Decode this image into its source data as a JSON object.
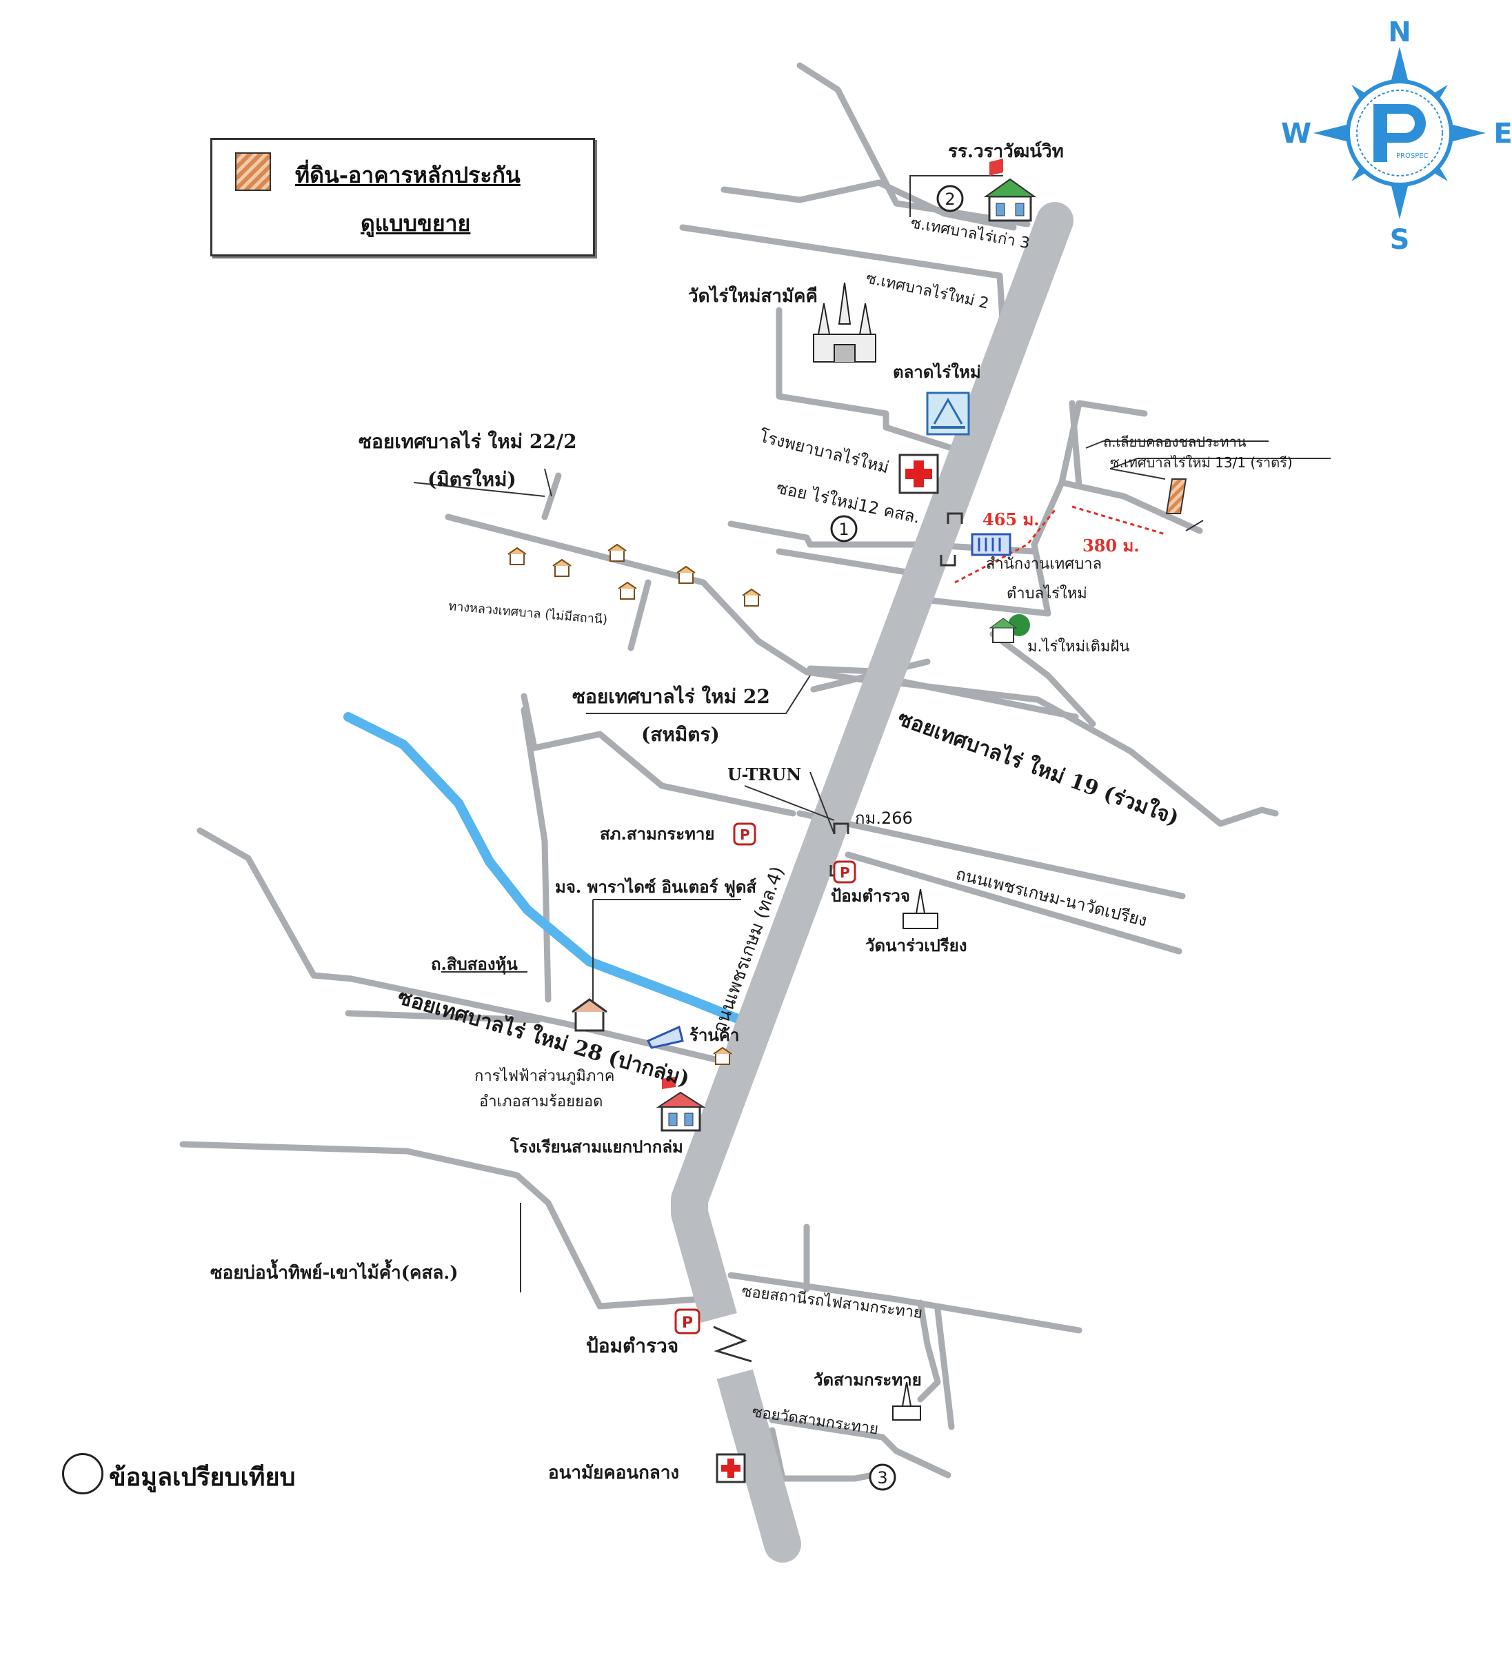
{
  "legend": {
    "line1": "ที่ดิน-อาคารหลักประกัน",
    "line2": "ดูแบบขยาย"
  },
  "compass": {
    "n": "N",
    "s": "S",
    "e": "E",
    "w": "W",
    "logo_text": "PROSPEC"
  },
  "comparison_note": "ข้อมูลเปรียบเทียบ",
  "labels": {
    "school_top": "รร.วราวัฒน์วิท",
    "soi_3": "ซ.เทศบาลไร่เก่า 3",
    "soi_2": "ซ.เทศบาลไร่ใหม่ 2",
    "temple_rai_mai": "วัดไร่ใหม่สามัคคี",
    "market": "ตลาดไร่ใหม่",
    "soi_22_2": "ซอยเทศบาลไร่ ใหม่ 22/2",
    "mitr_mai": "(มิตรใหม่)",
    "hospital": "โรงพยาบาลไร่ใหม่",
    "soi_12": "ซอย ไร่ใหม่12 คสล.",
    "dist_465": "465 ม.",
    "dist_380": "380 ม.",
    "municipal_office": "สำนักงานเทศบาล",
    "tambon": "ตำบลไร่ใหม่",
    "village_rai_mai": "ม.ไร่ใหม่เติมฝัน",
    "canal_road": "ถ.เลียบคลองชลประทาน",
    "soi_13_1": "ซ.เทศบาลไร่ใหม่ 13/1 (ราตรี)",
    "municipal_road": "ทางหลวงเทศบาล (ไม่มีสถานี)",
    "soi_22": "ซอยเทศบาลไร่ ใหม่ 22",
    "sahamit": "(สหมิตร)",
    "soi_19": "ซอยเทศบาลไร่ ใหม่ 19 (ร่วมใจ)",
    "uturn": "U-TRUN",
    "km266": "กม.266",
    "police_samkratai": "สภ.สามกระทาย",
    "paradise": "มจ. พาราไดซ์ อินเตอร์ ฟูดส์",
    "police_box": "ป้อมตำรวจ",
    "temple_varo": "วัดนาร่วเปรียง",
    "petch_road": "ถนนเพชรเกษม-นาวัดเปรียง",
    "main_road": "ถนนเพชรเกษม (ทล.4)",
    "sibsong": "ถ.สิบสองหุ้น",
    "soi_28": "ซอยเทศบาลไร่ ใหม่ 28 (ปากล่ม)",
    "shop": "ร้านค้า",
    "pea": "การไฟฟ้าส่วนภูมิภาค",
    "pea_district": "อำเภอสามร้อยยอด",
    "school_paklom": "โรงเรียนสามแยกปากล่ม",
    "soi_bonam": "ซอยบ่อน้ำทิพย์-เขาไม้ค้ำ(คสล.)",
    "soi_station": "ซอยสถานีรถไฟสามกระทาย",
    "police_box_2": "ป้อมตำรวจ",
    "temple_samkratai": "วัดสามกระทาย",
    "soi_temple_samkratai": "ซอยวัดสามกระทาย",
    "health_center": "อนามัยคอนกลาง",
    "marker_1": "1",
    "marker_2": "2",
    "marker_3": "3"
  },
  "colors": {
    "road": "#c4c6c9",
    "main_road": "#b9bcc0",
    "river": "#56b4ef",
    "compass": "#2e8fd9",
    "red_text": "#e0302a",
    "hatch": "#d8894f",
    "cross": "#e02020"
  },
  "icons": [
    "compass-icon",
    "school-icon",
    "temple-icon",
    "market-icon",
    "hospital-icon",
    "office-icon",
    "village-icon",
    "house-icon",
    "police-icon",
    "factory-icon",
    "pea-icon",
    "uturn-icon",
    "collateral-parcel-icon"
  ]
}
